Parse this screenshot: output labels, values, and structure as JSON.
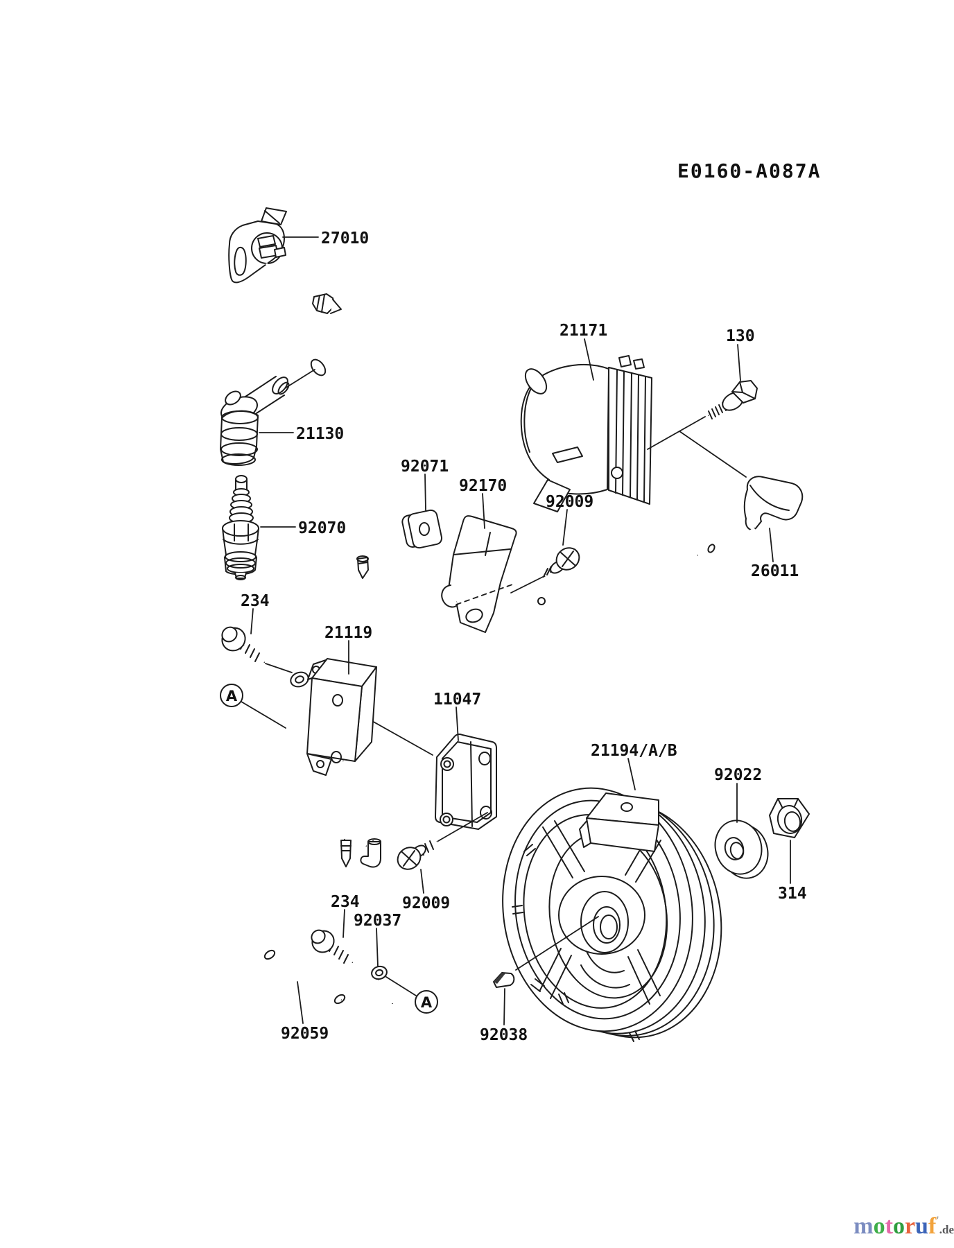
{
  "page": {
    "background": "#ffffff",
    "line_color": "#1c1c1c",
    "text_color": "#111111"
  },
  "diagram": {
    "code": "E0160-A087A"
  },
  "part_labels": [
    "27010",
    "21171",
    "130",
    "21130",
    "92071",
    "92170",
    "92009",
    "92070",
    "26011",
    "234",
    "21119",
    "11047",
    "21194/A/B",
    "92022",
    "314",
    "92009",
    "234",
    "92037",
    "92059",
    "92038"
  ],
  "callouts": [
    {
      "letter": "A"
    },
    {
      "letter": "A"
    }
  ],
  "watermark": {
    "site": "motoruf.de",
    "letters": [
      {
        "ch": "m",
        "color": "#7b8cc0"
      },
      {
        "ch": "o",
        "color": "#3fae49"
      },
      {
        "ch": "t",
        "color": "#e569a9"
      },
      {
        "ch": "o",
        "color": "#2f9e3f"
      },
      {
        "ch": "r",
        "color": "#e8633c"
      },
      {
        "ch": "u",
        "color": "#3c64b8"
      },
      {
        "ch": "f",
        "color": "#f2a33c"
      }
    ],
    "tick": "'",
    "tick_color": "#9a9a9a",
    "suffix": ".de",
    "suffix_color": "#58585a"
  }
}
